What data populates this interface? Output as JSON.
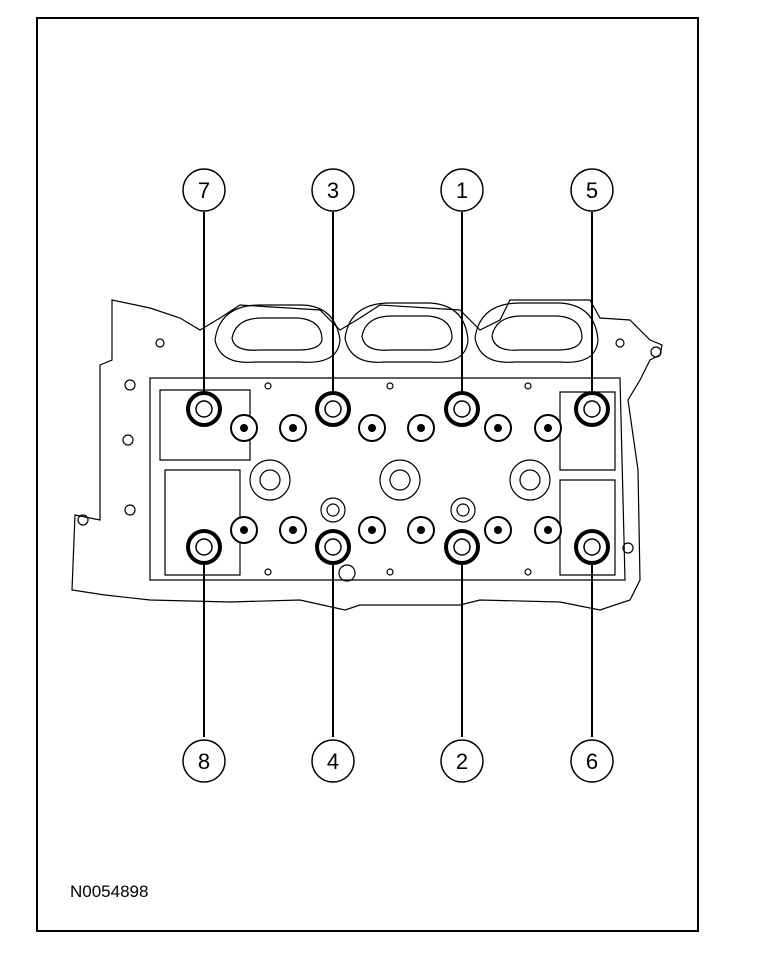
{
  "figure_id": "N0054898",
  "callouts": [
    {
      "label": "7",
      "order": 7
    },
    {
      "label": "3",
      "order": 3
    },
    {
      "label": "1",
      "order": 1
    },
    {
      "label": "5",
      "order": 5
    },
    {
      "label": "8",
      "order": 8
    },
    {
      "label": "4",
      "order": 4
    },
    {
      "label": "2",
      "order": 2
    },
    {
      "label": "6",
      "order": 6
    }
  ],
  "colors": {
    "line": "#000000",
    "background": "#ffffff"
  }
}
